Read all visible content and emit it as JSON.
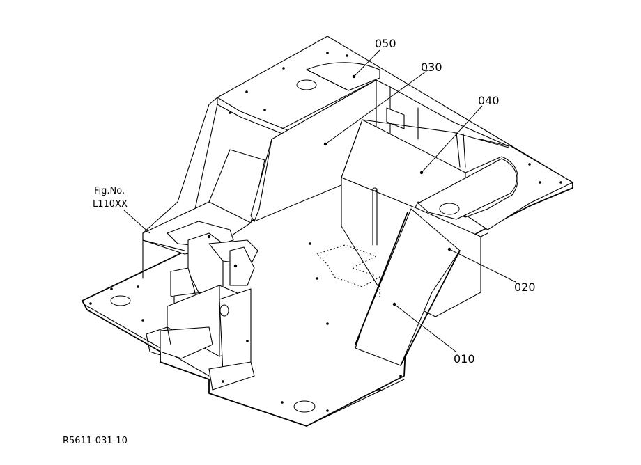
{
  "callouts": [
    {
      "id": "050",
      "text": "050"
    },
    {
      "id": "030",
      "text": "030"
    },
    {
      "id": "040",
      "text": "040"
    },
    {
      "id": "020",
      "text": "020"
    },
    {
      "id": "010",
      "text": "010"
    }
  ],
  "figure_ref": {
    "line1": "Fig.No.",
    "line2": "L110XX"
  },
  "drawing_number": "R5611-031-10"
}
